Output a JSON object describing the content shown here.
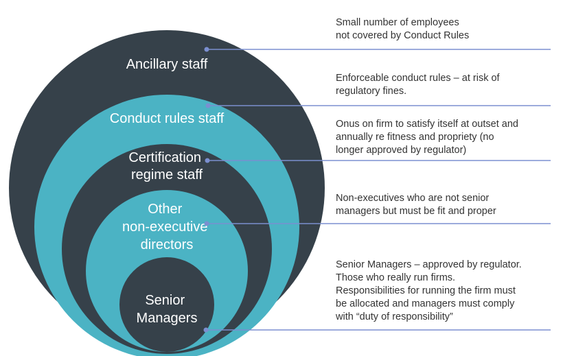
{
  "colors": {
    "dark": "#36414a",
    "teal": "#4bb3c4",
    "line": "#7b8fd0",
    "text": "#333333"
  },
  "rings": [
    {
      "id": "ancillary",
      "label_lines": [
        "Ancillary staff"
      ],
      "fill": "dark"
    },
    {
      "id": "conduct",
      "label_lines": [
        "Conduct rules staff"
      ],
      "fill": "teal"
    },
    {
      "id": "certification",
      "label_lines": [
        "Certification",
        "regime staff"
      ],
      "fill": "dark"
    },
    {
      "id": "other-ned",
      "label_lines": [
        "Other",
        "non-executive",
        "directors"
      ],
      "fill": "teal"
    },
    {
      "id": "senior",
      "label_lines": [
        "Senior",
        "Managers"
      ],
      "fill": "dark"
    }
  ],
  "descriptions": [
    {
      "id": "ancillary",
      "lines": [
        "Small number of employees",
        "not covered by Conduct Rules"
      ]
    },
    {
      "id": "conduct",
      "lines": [
        "Enforceable conduct rules – at risk of",
        "regulatory fines."
      ]
    },
    {
      "id": "certification",
      "lines": [
        "Onus on firm to satisfy itself at outset and",
        "annually re fitness and propriety (no",
        "longer approved by regulator)"
      ]
    },
    {
      "id": "other-ned",
      "lines": [
        "Non-executives who are not senior",
        "managers but must be fit and proper"
      ]
    },
    {
      "id": "senior",
      "lines": [
        "Senior Managers – approved by regulator.",
        "Those who really run firms.",
        "Responsibilities for running the firm must",
        "be allocated and managers must comply",
        "with “duty of responsibility”"
      ]
    }
  ]
}
